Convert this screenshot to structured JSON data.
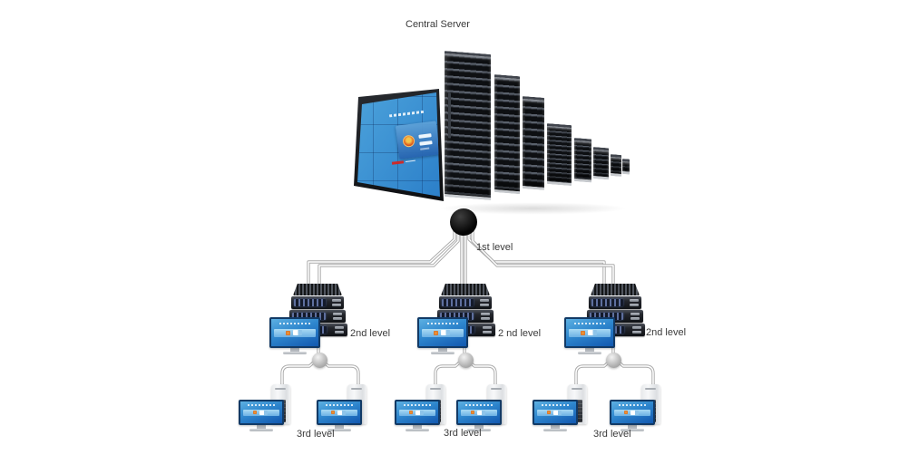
{
  "diagram": {
    "title": "Central Server",
    "levels": {
      "first": {
        "label": "1st level"
      },
      "second": [
        {
          "label": "2nd level"
        },
        {
          "label": "2 nd level"
        },
        {
          "label": "2nd level"
        }
      ],
      "third": [
        {
          "label": "3rd level"
        },
        {
          "label": "3rd level"
        },
        {
          "label": "3rd level"
        }
      ]
    },
    "structure": {
      "root_node": "central server rack farm with video wall",
      "main_hub": "black sphere hub below central server",
      "second_level_nodes": 3,
      "sub_hubs_per_second_level": 1,
      "workstations_per_third_level_group": 2
    },
    "icons": {
      "central_server": "server-rack-row-with-video-wall",
      "main_hub": "network-hub-sphere-icon",
      "second_level_node": "rack-server-stack-with-monitor-icon",
      "third_level_node": "desktop-tower-with-monitor-icon",
      "connections": "gray-cable-bundle-lines"
    },
    "colors": {
      "background": "#ffffff",
      "screen_blue_top": "#55ace0",
      "screen_blue_bottom": "#1355ad",
      "band_blue": "#8ecaee",
      "accent_orange": "#dd7227",
      "rack_dark": "#15171b",
      "bay_blue": "#5e6f9e",
      "cable_gray": "#ababab",
      "hub_black": "#0a0a0a",
      "label_text": "#3a3a3a"
    }
  }
}
